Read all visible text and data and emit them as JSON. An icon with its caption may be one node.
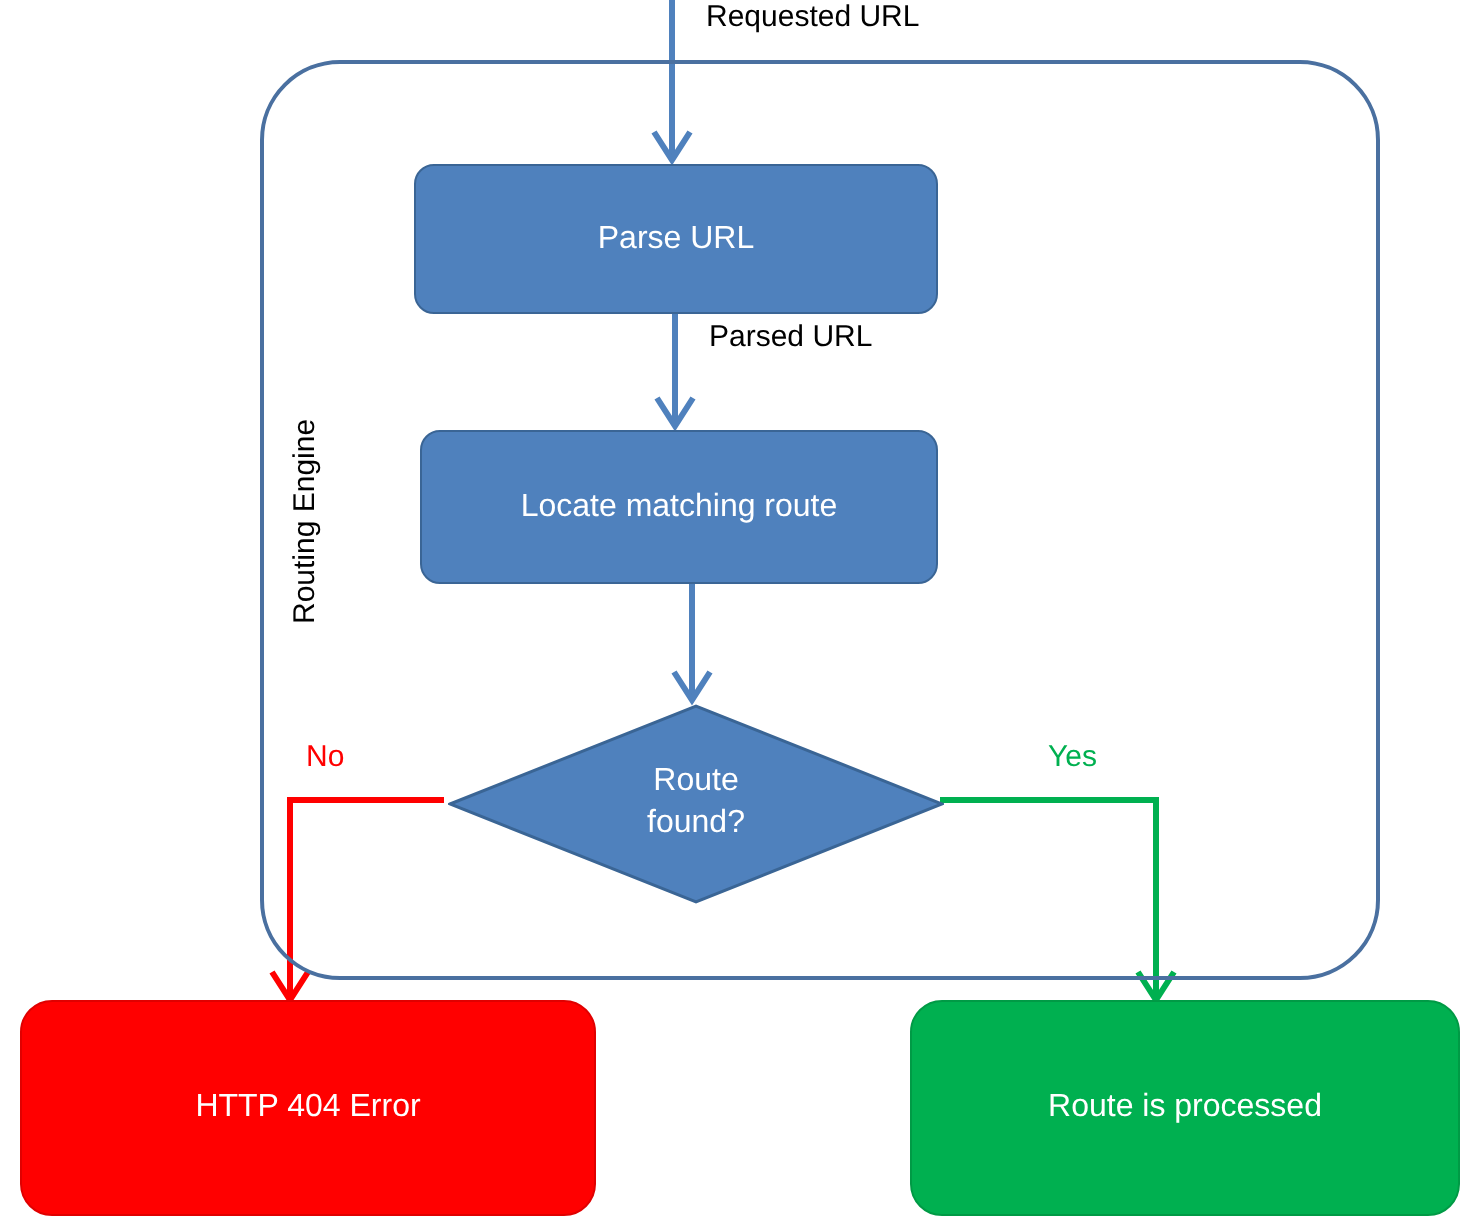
{
  "diagram": {
    "nodes": [
      {
        "text": [
          "Routing Engine"
        ]
      },
      {
        "text": [
          "Parse URL"
        ],
        "in": 0
      },
      {
        "text": [
          "Locate matching route"
        ],
        "in": 0
      },
      {
        "text": [
          "Route found?"
        ],
        "in": 0
      },
      {
        "text": [
          "HTTP 404 Error"
        ]
      },
      {
        "text": [
          "Route is processed"
        ]
      }
    ],
    "edges": [
      {
        "from": null,
        "to": 1,
        "arrow": "to",
        "label": "Requested URL"
      },
      {
        "from": 1,
        "to": 2,
        "arrow": "to",
        "label": "Parsed URL"
      },
      {
        "from": 2,
        "to": 3,
        "arrow": "to"
      },
      {
        "from": 3,
        "to": 4,
        "arrow": "to",
        "label": "No",
        "color": "#ff0000"
      },
      {
        "from": 3,
        "to": 5,
        "arrow": "to",
        "label": "Yes",
        "color": "#00b050"
      }
    ]
  }
}
